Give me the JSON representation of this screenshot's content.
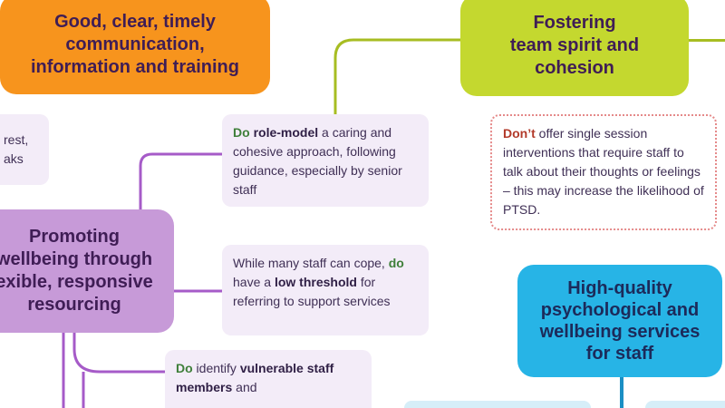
{
  "nodes": {
    "communication": {
      "lines": [
        "Good, clear, timely",
        "communication,",
        "information and training"
      ],
      "color": "#f7941d"
    },
    "team_spirit": {
      "lines": [
        "Fostering",
        "team spirit and",
        "cohesion"
      ],
      "color": "#c4d82f"
    },
    "promoting": {
      "lines": [
        "Promoting",
        "wellbeing through",
        "exible, responsive",
        "resourcing"
      ],
      "color": "#c79ad8"
    },
    "psychological": {
      "lines": [
        "High-quality",
        "psychological and",
        "wellbeing services",
        "for staff"
      ],
      "color": "#27b4e6"
    }
  },
  "cards": {
    "partial_left": {
      "lines": [
        "rest,",
        "aks"
      ]
    },
    "role_model": {
      "do": "Do",
      "bold": "role-model",
      "rest": " a caring and cohesive approach, following guidance, especially by senior staff"
    },
    "threshold": {
      "pre": "While many staff can cope, ",
      "do": "do",
      "mid": " have a ",
      "bold": "low threshold",
      "rest": " for referring to support services"
    },
    "vulnerable": {
      "do": "Do",
      "mid": " identify ",
      "bold": "vulnerable staff members",
      "rest": " and"
    },
    "dont_single": {
      "dont": "Don’t",
      "rest": " offer single session interventions that require staff to talk about their thoughts or feelings – this may increase the likelihood of PTSD."
    }
  },
  "colors": {
    "connector_purple": "#a65bc8",
    "connector_lime": "#a7bd22",
    "connector_blue": "#1b8fc4",
    "do_green": "#3f7f3a",
    "dont_red": "#b23a2a"
  }
}
